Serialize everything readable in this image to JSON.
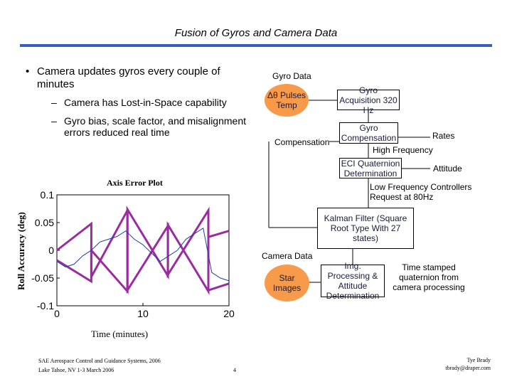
{
  "slide": {
    "title": "Fusion of Gyros and Camera Data"
  },
  "bullets": {
    "main": "Camera updates gyros every couple of minutes",
    "bullet_glyph": "•",
    "dash_glyph": "–",
    "sub1": "Camera has Lost-in-Space capability",
    "sub2": "Gyro bias, scale factor, and misalignment errors reduced real time"
  },
  "diagram": {
    "gyro_data_label": "Gyro Data",
    "pulses_oval": "Δθ Pulses Temp",
    "gyro_acq_box": "Gyro Acquisition 320 Hz",
    "compensation_label": "Compensation",
    "gyro_comp_box": "Gyro Compensation",
    "rates_label": "Rates",
    "high_freq_label": "High Frequency",
    "eci_box": "ECI Quaternion Determination",
    "attitude_label": "Attitude",
    "low_freq_label": "Low Frequency Controllers Request at 80Hz",
    "kalman_box": "Kalman Filter (Square Root Type With 27 states)",
    "camera_data_label": "Camera Data",
    "star_oval": "Star Images",
    "img_proc_box": "Img. Processing & Attitude Determination",
    "timestamp_label": "Time stamped quaternion from camera processing",
    "colors": {
      "oval_orange": "#f79a4a",
      "box_pink": "#f7b7d2",
      "rule_blue": "#3a5fc0"
    }
  },
  "plot": {
    "title": "Axis Error Plot",
    "ylabel": "Roll Accuracy (deg)",
    "xlabel": "Time (minutes)",
    "y_ticks": [
      "0.1",
      "0.05",
      "0",
      "-0.05",
      "-0.1"
    ],
    "x_ticks": [
      "0",
      "10",
      "20"
    ]
  },
  "chart_data": {
    "type": "line",
    "title": "Axis Error Plot",
    "xlabel": "Time (minutes)",
    "ylabel": "Roll Accuracy (deg)",
    "xlim": [
      0,
      20
    ],
    "ylim": [
      -0.1,
      0.1
    ],
    "x_ticks": [
      0,
      10,
      20
    ],
    "y_ticks": [
      0.1,
      0.05,
      0,
      -0.05,
      -0.1
    ],
    "series": [
      {
        "color": "#9a2ca0",
        "x": [
          0,
          0.0,
          4.0,
          4.0,
          8.2,
          8.2,
          12.9,
          12.9,
          17.6,
          17.6,
          20
        ],
        "y": [
          0.0,
          0.0,
          0.048,
          -0.048,
          0.072,
          -0.072,
          0.044,
          -0.044,
          0.072,
          -0.072,
          -0.06
        ]
      },
      {
        "color": "#9a2ca0",
        "x": [
          0,
          0.0,
          4.0,
          4.0,
          8.2,
          8.2,
          12.9,
          12.9,
          17.6,
          17.6,
          20
        ],
        "y": [
          -0.018,
          -0.018,
          -0.056,
          0.0,
          -0.074,
          0.074,
          -0.046,
          0.046,
          -0.074,
          0.024,
          0.035
        ]
      },
      {
        "color": "#1f3fa8",
        "x": [
          0,
          1,
          2,
          3,
          4,
          5,
          6,
          7,
          8,
          9,
          10,
          11,
          12,
          13,
          14,
          15,
          16,
          17,
          18,
          19,
          20
        ],
        "y": [
          -0.02,
          -0.03,
          -0.025,
          -0.01,
          0.0,
          0.015,
          0.02,
          0.025,
          0.035,
          0.02,
          0.01,
          -0.005,
          -0.02,
          -0.01,
          0.0,
          0.02,
          0.03,
          0.04,
          -0.04,
          -0.05,
          -0.055
        ]
      }
    ]
  },
  "footer": {
    "left_line1": "SAE Aerospace Control and Guidance Systems, 2006",
    "left_line2": "Lake Tahoe, NV 1-3 March 2006",
    "page_number": "4",
    "right_line1": "Tye Brady",
    "right_line2": "tbrady@draper.com"
  }
}
